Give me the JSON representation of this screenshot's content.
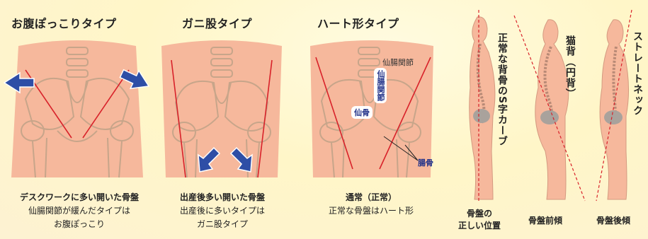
{
  "pelvis_types": [
    {
      "title": "お腹ぽっこりタイプ",
      "caption_bold": "デスクワークに多い開いた骨盤",
      "caption_line2": "仙腸関節が緩んだタイプは",
      "caption_line3": "お腹ぽっこり"
    },
    {
      "title": "ガニ股タイプ",
      "caption_bold": "出産後多い開いた骨盤",
      "caption_line2": "出産後に多いタイプは",
      "caption_line3": "ガニ股タイプ"
    },
    {
      "title": "ハート形タイプ",
      "caption_bold": "通常（正常）",
      "caption_line2": "正常な骨盤はハート形",
      "caption_line3": ""
    }
  ],
  "anatomy_labels": {
    "sacroiliac_top": "仙腸関節",
    "sacroiliac_vertical": "仙腸関節",
    "sacrum": "仙骨",
    "ilium": "腸骨"
  },
  "posture": {
    "curve_label": "正常な背骨のS字カーブ",
    "cat_back_label": "猫背（円背）",
    "straight_neck_label": "ストレートネック",
    "figures": [
      {
        "caption": "骨盤の\n正しい位置"
      },
      {
        "caption": "骨盤前傾"
      },
      {
        "caption": "骨盤後傾"
      }
    ]
  },
  "colors": {
    "skin": "#f6b89c",
    "bone_line": "#c7a58a",
    "arrow_blue": "#2e4ea6",
    "red_line": "#d8222a"
  }
}
